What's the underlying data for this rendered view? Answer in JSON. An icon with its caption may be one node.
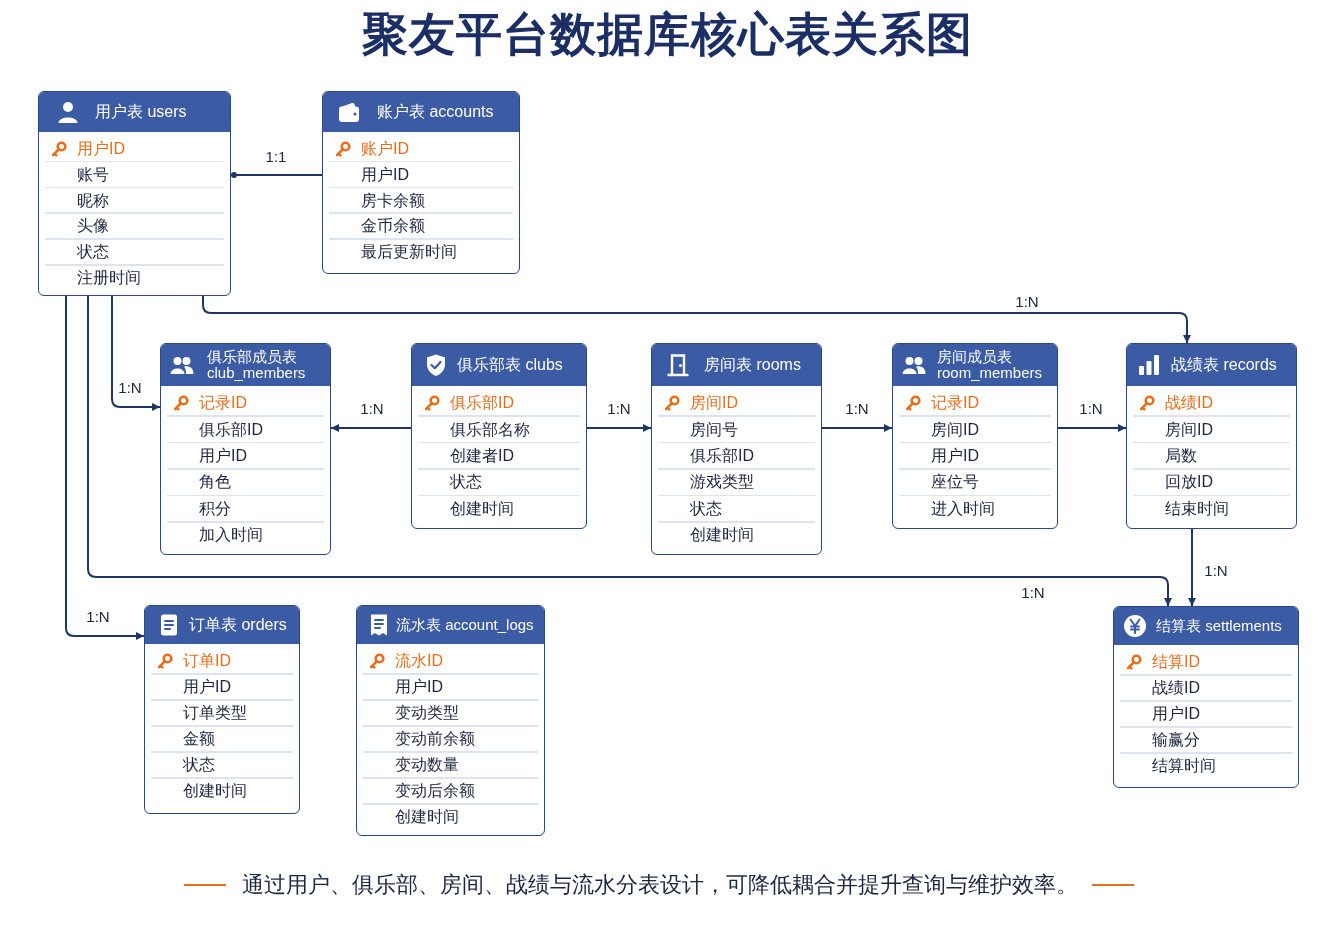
{
  "diagram": {
    "title": "聚友平台数据库核心表关系图",
    "caption": "通过用户、俱乐部、房间、战绩与流水分表设计，可降低耦合并提升查询与维护效率。",
    "nodes": [
      {
        "text": [
          "用户表 users",
          "用户ID",
          "账号",
          "昵称",
          "头像",
          "状态",
          "注册时间"
        ]
      },
      {
        "text": [
          "账户表 accounts",
          "账户ID",
          "用户ID",
          "房卡余额",
          "金币余额",
          "最后更新时间"
        ]
      },
      {
        "text": [
          "俱乐部成员表 club_members",
          "记录ID",
          "俱乐部ID",
          "用户ID",
          "角色",
          "积分",
          "加入时间"
        ]
      },
      {
        "text": [
          "俱乐部表 clubs",
          "俱乐部ID",
          "俱乐部名称",
          "创建者ID",
          "状态",
          "创建时间"
        ]
      },
      {
        "text": [
          "房间表 rooms",
          "房间ID",
          "房间号",
          "俱乐部ID",
          "游戏类型",
          "状态",
          "创建时间"
        ]
      },
      {
        "text": [
          "房间成员表 room_members",
          "记录ID",
          "房间ID",
          "用户ID",
          "座位号",
          "进入时间"
        ]
      },
      {
        "text": [
          "战绩表 records",
          "战绩ID",
          "房间ID",
          "局数",
          "回放ID",
          "结束时间"
        ]
      },
      {
        "text": [
          "订单表 orders",
          "订单ID",
          "用户ID",
          "订单类型",
          "金额",
          "状态",
          "创建时间"
        ]
      },
      {
        "text": [
          "流水表 account_logs",
          "流水ID",
          "用户ID",
          "变动类型",
          "变动前余额",
          "变动数量",
          "变动后余额",
          "创建时间"
        ]
      },
      {
        "text": [
          "结算表 settlements",
          "结算ID",
          "战绩ID",
          "用户ID",
          "输赢分",
          "结算时间"
        ]
      }
    ],
    "edges": [
      {
        "from": 1,
        "to": 0,
        "arrow": "other",
        "label": "1:1"
      },
      {
        "from": 0,
        "to": 6,
        "arrow": "to",
        "label": "1:N"
      },
      {
        "from": 0,
        "to": 2,
        "arrow": "to",
        "label": "1:N"
      },
      {
        "from": 0,
        "to": 9,
        "arrow": "to",
        "label": "1:N"
      },
      {
        "from": 0,
        "to": 7,
        "arrow": "to",
        "label": "1:N"
      },
      {
        "from": 3,
        "to": 2,
        "arrow": "to",
        "label": "1:N"
      },
      {
        "from": 3,
        "to": 4,
        "arrow": "to",
        "label": "1:N"
      },
      {
        "from": 4,
        "to": 5,
        "arrow": "to",
        "label": "1:N"
      },
      {
        "from": 5,
        "to": 6,
        "arrow": "to",
        "label": "1:N"
      },
      {
        "from": 6,
        "to": 9,
        "arrow": "to",
        "label": "1:N"
      }
    ]
  }
}
